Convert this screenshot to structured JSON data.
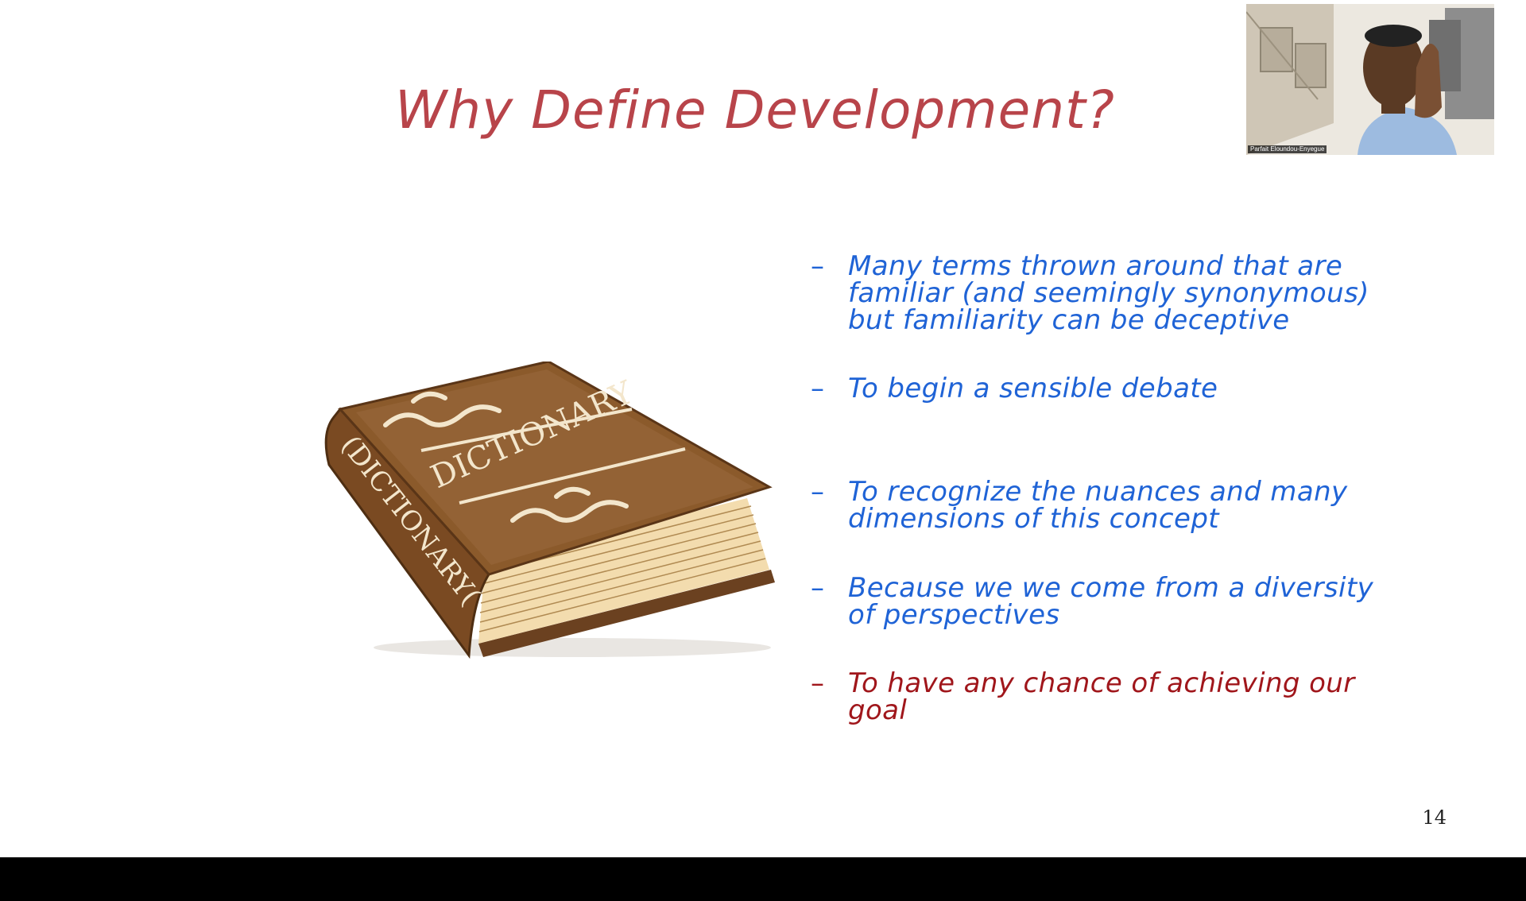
{
  "slide": {
    "title": "Why Define Development?",
    "bullets": [
      {
        "lines": [
          "Many terms thrown around that are",
          "familiar (and seemingly synonymous)",
          "but familiarity can be deceptive"
        ],
        "color": "#1f63d6"
      },
      {
        "lines": [
          "To begin a sensible debate"
        ],
        "color": "#1f63d6"
      },
      {
        "lines": [
          "To recognize the nuances and many",
          "dimensions of this concept"
        ],
        "color": "#1f63d6"
      },
      {
        "lines": [
          "Because we we come from a diversity",
          "of perspectives"
        ],
        "color": "#1f63d6"
      },
      {
        "lines": [
          "To have any chance of achieving our",
          "goal"
        ],
        "color": "#a0161b"
      }
    ],
    "bullet_marker": "–",
    "page_number": "14",
    "illustration": {
      "icon": "dictionary-book-icon",
      "cover_text": "DICTIONARY",
      "spine_text": "(DICTIONARY("
    }
  },
  "video": {
    "participant_name": "Parfait Eloundou-Enyegue"
  },
  "colors": {
    "title": "#b8444a",
    "bullet_blue": "#1f63d6",
    "bullet_red": "#a0161b",
    "book_cover": "#8b5a2b"
  }
}
